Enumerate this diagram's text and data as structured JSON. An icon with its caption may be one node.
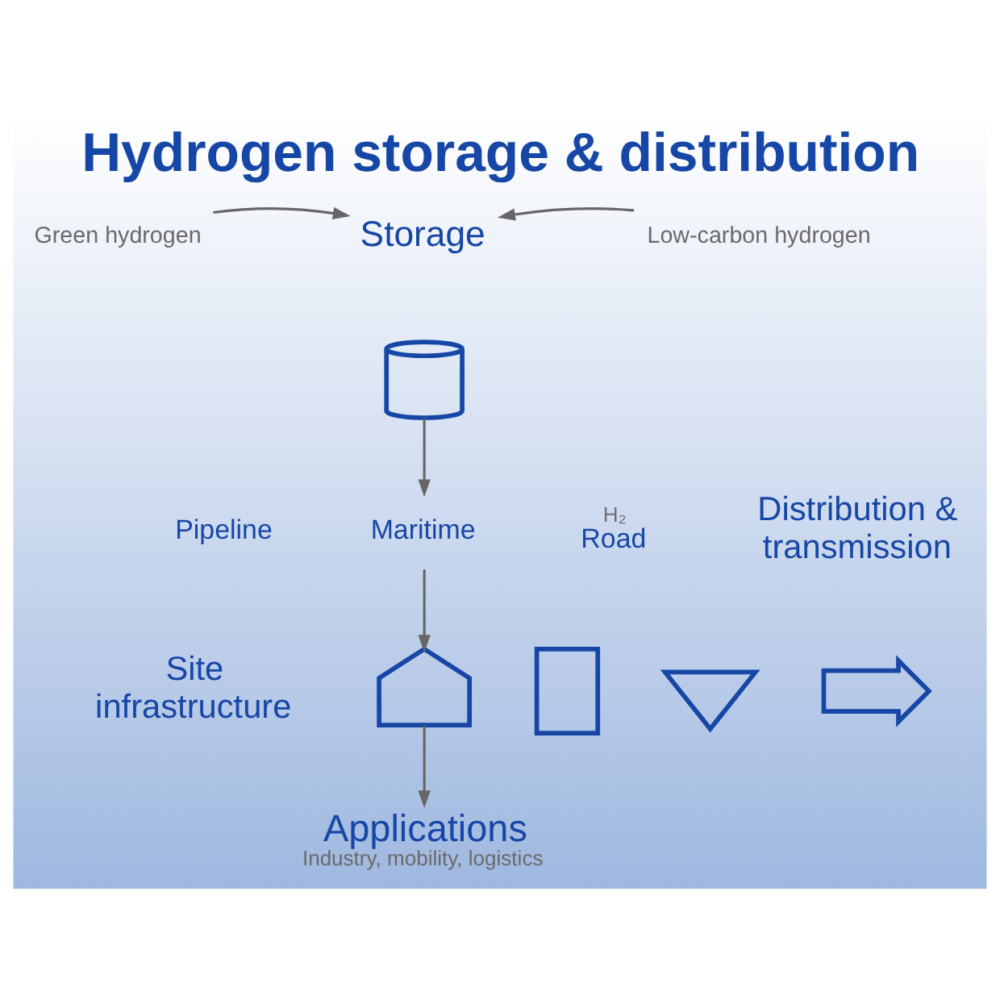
{
  "diagram": {
    "title": "Hydrogen storage & distribution",
    "nodes": [
      {
        "text": [
          "Green hydrogen"
        ]
      },
      {
        "text": [
          "Storage"
        ]
      },
      {
        "text": [
          "Low-carbon hydrogen"
        ]
      },
      {
        "text": [],
        "shape": "cylinder"
      },
      {
        "text": [
          "Pipeline"
        ]
      },
      {
        "text": [
          "Maritime"
        ]
      },
      {
        "text": [
          "H₂",
          "Road"
        ]
      },
      {
        "text": [],
        "shape": "house"
      },
      {
        "text": [],
        "shape": "box"
      },
      {
        "text": [],
        "shape": "triangle"
      },
      {
        "text": [],
        "shape": "arrow"
      },
      {
        "text": [
          "Applications",
          "Industry, mobility, logistics"
        ]
      }
    ],
    "edges": [
      {
        "from": 0,
        "to": 1,
        "arrow": "to"
      },
      {
        "from": 2,
        "to": 1,
        "arrow": "to"
      },
      {
        "from": 3,
        "to": 5,
        "arrow": "to"
      },
      {
        "from": 5,
        "to": 7,
        "arrow": "to"
      },
      {
        "from": 7,
        "to": 11,
        "arrow": "to"
      }
    ],
    "labels": [
      "Distribution & transmission",
      "Site infrastructure"
    ]
  }
}
